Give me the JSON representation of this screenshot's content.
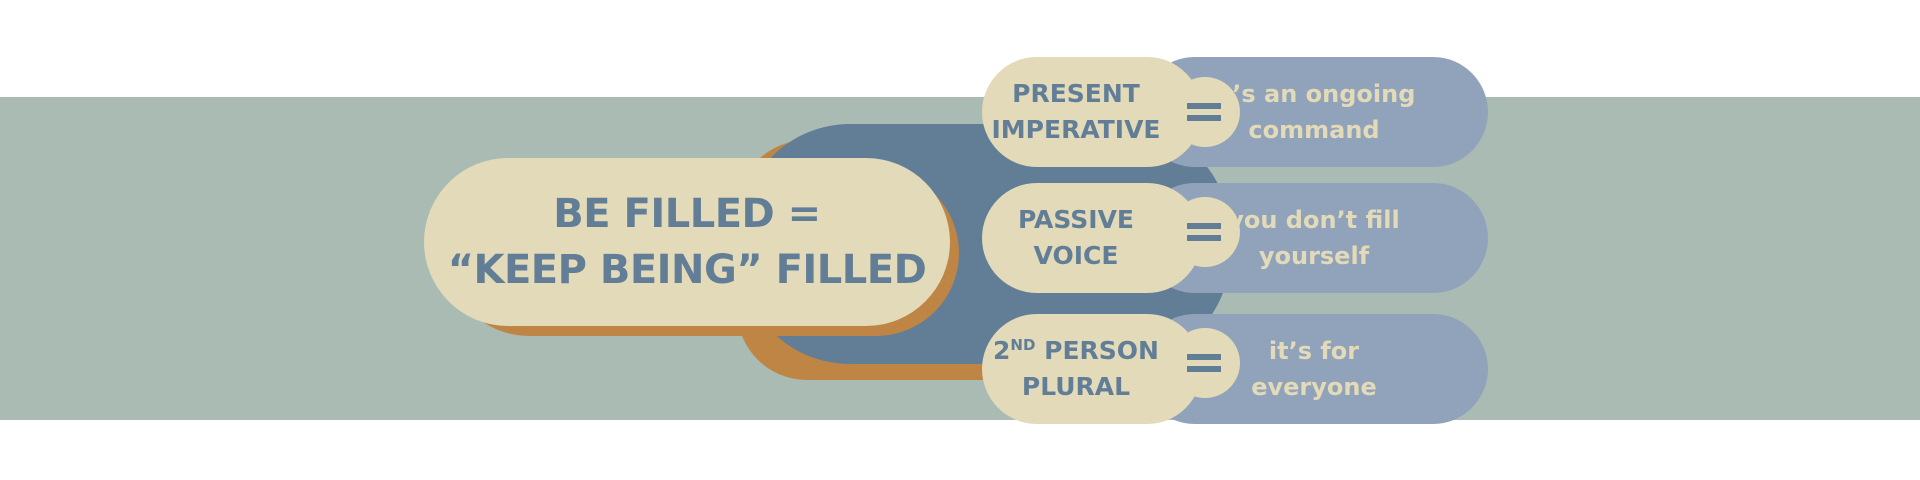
{
  "main": {
    "line1": "BE FILLED =",
    "line2": "“KEEP BEING” FILLED"
  },
  "rows": [
    {
      "left_line1": "PRESENT",
      "left_line2": "IMPERATIVE",
      "equals_icon": "equals-icon",
      "right_line1": "it’s an ongoing",
      "right_line2": "command"
    },
    {
      "left_line1": "PASSIVE",
      "left_line2": "VOICE",
      "equals_icon": "equals-icon",
      "right_line1": "you don’t fill",
      "right_line2": "yourself"
    },
    {
      "left_number": "2",
      "left_superscript": "ND",
      "left_line1_rest": " PERSON",
      "left_line2": "PLURAL",
      "equals_icon": "equals-icon",
      "right_line1": "it’s for",
      "right_line2": "everyone"
    }
  ],
  "colors": {
    "band": "#aabbb4",
    "cream": "#e2dab8",
    "slate_blue": "#627e97",
    "light_blue": "#91a3bb",
    "orange": "#bf8545"
  }
}
